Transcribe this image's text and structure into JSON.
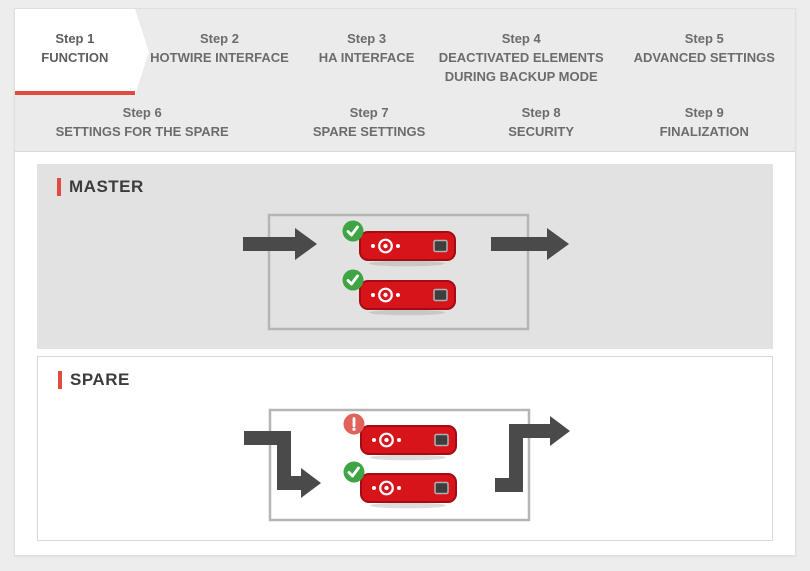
{
  "nav": {
    "steps": [
      {
        "label": "Step 1",
        "title": "FUNCTION",
        "active": true
      },
      {
        "label": "Step 2",
        "title": "HOTWIRE INTERFACE",
        "active": false
      },
      {
        "label": "Step 3",
        "title": "HA INTERFACE",
        "active": false
      },
      {
        "label": "Step 4",
        "title": "DEACTIVATED ELEMENTS DURING BACKUP MODE",
        "active": false
      },
      {
        "label": "Step 5",
        "title": "ADVANCED SETTINGS",
        "active": false
      },
      {
        "label": "Step 6",
        "title": "SETTINGS FOR THE SPARE",
        "active": false
      },
      {
        "label": "Step 7",
        "title": "SPARE SETTINGS",
        "active": false
      },
      {
        "label": "Step 8",
        "title": "SECURITY",
        "active": false
      },
      {
        "label": "Step 9",
        "title": "FINALIZATION",
        "active": false
      }
    ]
  },
  "panels": {
    "master": {
      "title": "MASTER",
      "devices": [
        {
          "status": "ok"
        },
        {
          "status": "ok"
        }
      ]
    },
    "spare": {
      "title": "SPARE",
      "devices": [
        {
          "status": "error"
        },
        {
          "status": "ok"
        }
      ]
    }
  },
  "status_icons": {
    "ok": "check-circle",
    "error": "exclamation-circle"
  },
  "colors": {
    "accent_red": "#e2493f",
    "device_red": "#d8141b",
    "ok_green": "#3fa544",
    "error_red": "#e0625b",
    "arrow_gray": "#4a4a4a",
    "panel_gray": "#e2e2e2"
  }
}
